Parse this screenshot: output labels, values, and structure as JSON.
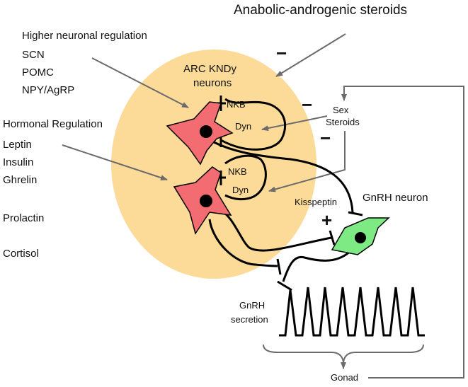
{
  "title": "Anabolic-androgenic steroids",
  "nucleus": {
    "label_line1": "ARC KNDy",
    "label_line2": "neurons"
  },
  "higher_regulation": {
    "heading": "Higher neuronal regulation",
    "items": [
      "SCN",
      "POMC",
      "NPY/AgRP"
    ]
  },
  "hormonal_regulation": {
    "heading": "Hormonal Regulation",
    "items": [
      "Leptin",
      "Insulin",
      "Ghrelin"
    ]
  },
  "other_hormones": [
    "Prolactin",
    "Cortisol"
  ],
  "neuron_top": {
    "nkb": "NKB",
    "dyn": "Dyn"
  },
  "neuron_bottom": {
    "nkb": "NKB",
    "dyn": "Dyn"
  },
  "sex_steroids": {
    "line1": "Sex",
    "line2": "Steroids"
  },
  "kisspeptin": "Kisspeptin",
  "gnrh_neuron": "GnRH neuron",
  "gnrh_secretion": {
    "line1": "GnRH",
    "line2": "secretion"
  },
  "gonad": "Gonad",
  "signs": {
    "minus": "−",
    "plus": "+"
  },
  "colors": {
    "nucleus": "#FBDB97",
    "kndy_neuron": "#F26C71",
    "gnrh_neuron": "#7EEA84",
    "arrow": "#6b6b6b",
    "fiber": "#000000"
  }
}
